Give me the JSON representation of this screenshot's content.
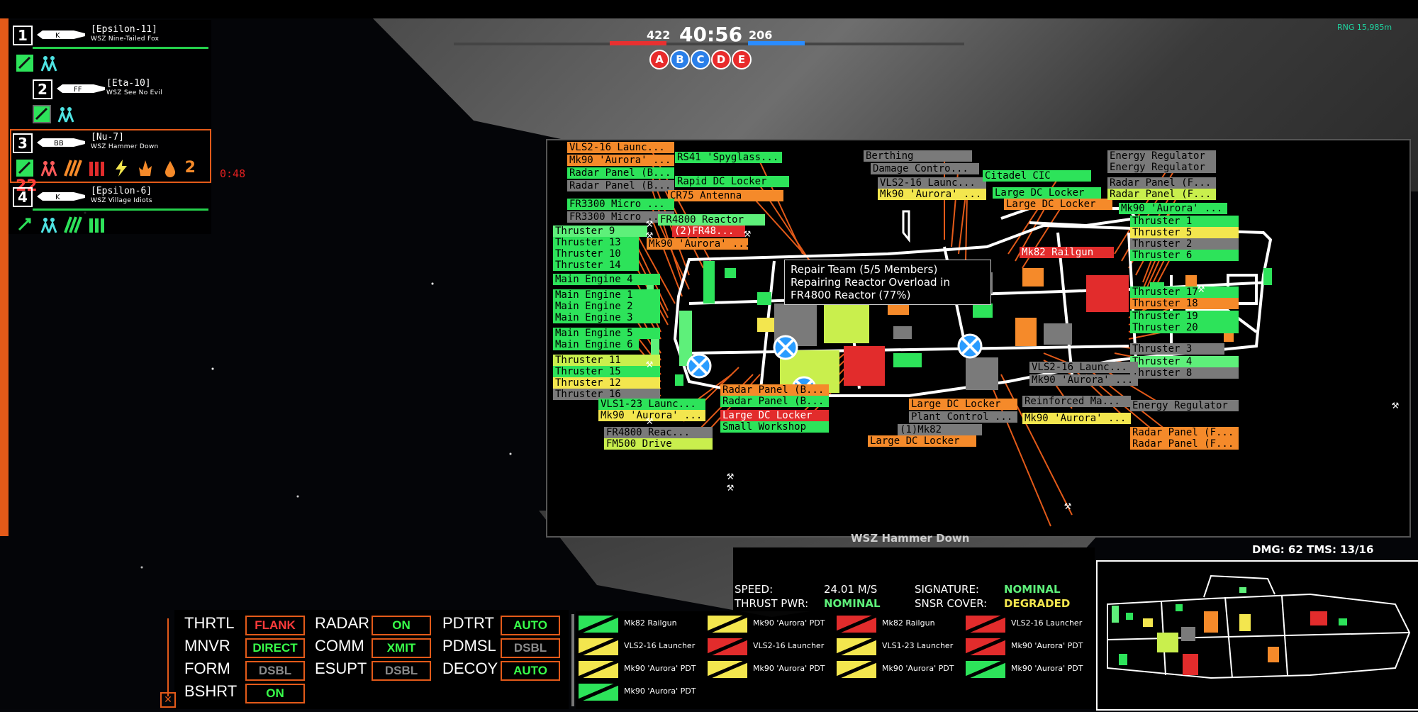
{
  "fleet": [
    {
      "num": "1",
      "callsign": "[Epsilon-11]",
      "ship_class": "WSZ Nine-Tailed Fox",
      "badge": "K",
      "status_icons": [
        "connector-icon",
        "crew-icon"
      ]
    },
    {
      "num": "2",
      "callsign": "[Eta-10]",
      "ship_class": "WSZ See No Evil",
      "badge": "FF",
      "status_icons": [
        "gear-icon",
        "crew-icon"
      ]
    },
    {
      "num": "3",
      "callsign": "[Nu-7]",
      "ship_class": "WSZ Hammer Down",
      "badge": "BB",
      "status_icons": [
        "gear-icon",
        "crew-alert-icon",
        "ammo-icon",
        "ammo-red-icon",
        "power-icon",
        "fire-icon",
        "fuel-icon"
      ],
      "count_a": "2",
      "count_b": "22"
    },
    {
      "num": "4",
      "callsign": "[Epsilon-6]",
      "ship_class": "WSZ Village Idiots",
      "badge": "K",
      "status_icons": [
        "gear-icon",
        "crew-icon",
        "ammo-icon",
        "ammo-green-icon"
      ]
    }
  ],
  "timer_red": "0:48",
  "scoreboard": {
    "left_score": "422",
    "time": "40:56",
    "right_score": "206",
    "objectives": [
      {
        "letter": "A",
        "color": "#e82b2b"
      },
      {
        "letter": "B",
        "color": "#2a7fe8"
      },
      {
        "letter": "C",
        "color": "#2a7fe8"
      },
      {
        "letter": "D",
        "color": "#e82b2b"
      },
      {
        "letter": "E",
        "color": "#e82b2b"
      }
    ]
  },
  "top_right_readout": "RNG 15,985m",
  "colors": {
    "accent": "#e35a19",
    "ok": "#2de35a",
    "warn": "#f3e64e",
    "damaged": "#f58a2a",
    "destroyed": "#e22c2c",
    "offline": "#7a7a7a"
  },
  "dc_labels": [
    {
      "t": "VLS2-16 Launc...",
      "c": "o"
    },
    {
      "t": "Mk90 'Aurora' ...",
      "c": "o"
    },
    {
      "t": "Radar Panel (B...",
      "c": "g"
    },
    {
      "t": "Radar Panel (B...",
      "c": "gr"
    },
    {
      "t": "RS41 'Spyglass...",
      "c": "g"
    },
    {
      "t": "Rapid DC Locker",
      "c": "g"
    },
    {
      "t": "CR75 Antenna",
      "c": "o"
    },
    {
      "t": "FR3300 Micro ...",
      "c": "g"
    },
    {
      "t": "FR3300 Micro ...",
      "c": "gr"
    },
    {
      "t": "FR4800 Reactor",
      "c": "lg"
    },
    {
      "t": "(2)FR48...",
      "c": "r"
    },
    {
      "t": "Mk90 'Aurora' ...",
      "c": "o"
    },
    {
      "t": "Thruster 9",
      "c": "lg"
    },
    {
      "t": "Thruster 13",
      "c": "g"
    },
    {
      "t": "Thruster 10",
      "c": "g"
    },
    {
      "t": "Thruster 14",
      "c": "g"
    },
    {
      "t": "Main Engine 4",
      "c": "g"
    },
    {
      "t": "Main Engine 1",
      "c": "g"
    },
    {
      "t": "Main Engine 2",
      "c": "g"
    },
    {
      "t": "Main Engine 3",
      "c": "g"
    },
    {
      "t": "Main Engine 5",
      "c": "g"
    },
    {
      "t": "Main Engine 6",
      "c": "g"
    },
    {
      "t": "Thruster 11",
      "c": "yg"
    },
    {
      "t": "Thruster 15",
      "c": "g"
    },
    {
      "t": "Thruster 12",
      "c": "y"
    },
    {
      "t": "Thruster 16",
      "c": "gr"
    },
    {
      "t": "VLS1-23 Launc...",
      "c": "g"
    },
    {
      "t": "Mk90 'Aurora' ...",
      "c": "y"
    },
    {
      "t": "FR4800 Reac...",
      "c": "gr"
    },
    {
      "t": "FM500 Drive",
      "c": "yg"
    },
    {
      "t": "Radar Panel (B...",
      "c": "o"
    },
    {
      "t": "Radar Panel (B...",
      "c": "g"
    },
    {
      "t": "Large DC Locker",
      "c": "r"
    },
    {
      "t": "Small Workshop",
      "c": "g"
    },
    {
      "t": "Berthing",
      "c": "gr"
    },
    {
      "t": "Damage Contro...",
      "c": "gr"
    },
    {
      "t": "VLS2-16 Launc...",
      "c": "gr"
    },
    {
      "t": "Mk90 'Aurora' ...",
      "c": "y"
    },
    {
      "t": "Citadel CIC",
      "c": "g"
    },
    {
      "t": "Large DC Locker",
      "c": "g"
    },
    {
      "t": "Large DC Locker",
      "c": "o"
    },
    {
      "t": "Energy Regulator",
      "c": "gr"
    },
    {
      "t": "Energy Regulator",
      "c": "gr"
    },
    {
      "t": "Radar Panel (F...",
      "c": "gr"
    },
    {
      "t": "Radar Panel (F...",
      "c": "yg"
    },
    {
      "t": "Mk90 'Aurora' ...",
      "c": "g"
    },
    {
      "t": "Thruster 1",
      "c": "g"
    },
    {
      "t": "Thruster 5",
      "c": "y"
    },
    {
      "t": "Thruster 2",
      "c": "gr"
    },
    {
      "t": "Thruster 6",
      "c": "g"
    },
    {
      "t": "Mk82 Railgun",
      "c": "r"
    },
    {
      "t": "Thruster 17",
      "c": "g"
    },
    {
      "t": "Thruster 18",
      "c": "o"
    },
    {
      "t": "Thruster 19",
      "c": "g"
    },
    {
      "t": "Thruster 20",
      "c": "g"
    },
    {
      "t": "Thruster 3",
      "c": "gr"
    },
    {
      "t": "Thruster 4",
      "c": "lg"
    },
    {
      "t": "Thruster 8",
      "c": "gr"
    },
    {
      "t": "VLS2-16 Launc...",
      "c": "gr"
    },
    {
      "t": "Mk90 'Aurora' ...",
      "c": "gr"
    },
    {
      "t": "Reinforced Ma...",
      "c": "gr"
    },
    {
      "t": "Energy Regulator",
      "c": "gr"
    },
    {
      "t": "Large DC Locker",
      "c": "o"
    },
    {
      "t": "Plant Control ...",
      "c": "gr"
    },
    {
      "t": "Mk90 'Aurora' ...",
      "c": "y"
    },
    {
      "t": "(1)Mk82",
      "c": "gr"
    },
    {
      "t": "Large DC Locker",
      "c": "o"
    },
    {
      "t": "Radar Panel (F...",
      "c": "o"
    },
    {
      "t": "Radar Panel (F...",
      "c": "o"
    }
  ],
  "tooltip": {
    "line1": "Repair Team (5/5 Members)",
    "line2": "Repairing Reactor Overload in",
    "line3": "FR4800 Reactor (77%)"
  },
  "hull_caption": "WSZ Hammer Down",
  "nav": {
    "speed_label": "SPEED:",
    "speed_value": "24.01 M/S",
    "thrust_label": "THRUST PWR:",
    "thrust_value": "NOMINAL",
    "sig_label": "SIGNATURE:",
    "sig_value": "NOMINAL",
    "snsr_label": "SNSR COVER:",
    "snsr_value": "DEGRADED"
  },
  "mini_header": "DMG: 62 TMS: 13/16",
  "controls": [
    {
      "key": "THRTL",
      "value": "FLANK",
      "state": "red"
    },
    {
      "key": "RADAR",
      "value": "ON",
      "state": "on"
    },
    {
      "key": "PDTRT",
      "value": "AUTO",
      "state": "on"
    },
    {
      "key": "MNVR",
      "value": "DIRECT",
      "state": "on"
    },
    {
      "key": "COMM",
      "value": "XMIT",
      "state": "on"
    },
    {
      "key": "PDMSL",
      "value": "DSBL",
      "state": "off"
    },
    {
      "key": "FORM",
      "value": "DSBL",
      "state": "off"
    },
    {
      "key": "ESUPT",
      "value": "DSBL",
      "state": "off"
    },
    {
      "key": "DECOY",
      "value": "AUTO",
      "state": "on"
    },
    {
      "key": "BSHRT",
      "value": "ON",
      "state": "on"
    }
  ],
  "weapons": [
    {
      "name": "Mk82 Railgun",
      "color": "#2de35a"
    },
    {
      "name": "Mk90 'Aurora' PDT",
      "color": "#f3e64e"
    },
    {
      "name": "Mk82 Railgun",
      "color": "#e22c2c"
    },
    {
      "name": "VLS2-16 Launcher",
      "color": "#e22c2c"
    },
    {
      "name": "VLS2-16 Launcher",
      "color": "#f3e64e"
    },
    {
      "name": "VLS2-16 Launcher",
      "color": "#e22c2c"
    },
    {
      "name": "VLS1-23 Launcher",
      "color": "#f3e64e"
    },
    {
      "name": "Mk90 'Aurora' PDT",
      "color": "#e22c2c"
    },
    {
      "name": "Mk90 'Aurora' PDT",
      "color": "#f3e64e"
    },
    {
      "name": "Mk90 'Aurora' PDT",
      "color": "#f3e64e"
    },
    {
      "name": "Mk90 'Aurora' PDT",
      "color": "#f3e64e"
    },
    {
      "name": "Mk90 'Aurora' PDT",
      "color": "#2de35a"
    },
    {
      "name": "Mk90 'Aurora' PDT",
      "color": "#2de35a"
    }
  ]
}
